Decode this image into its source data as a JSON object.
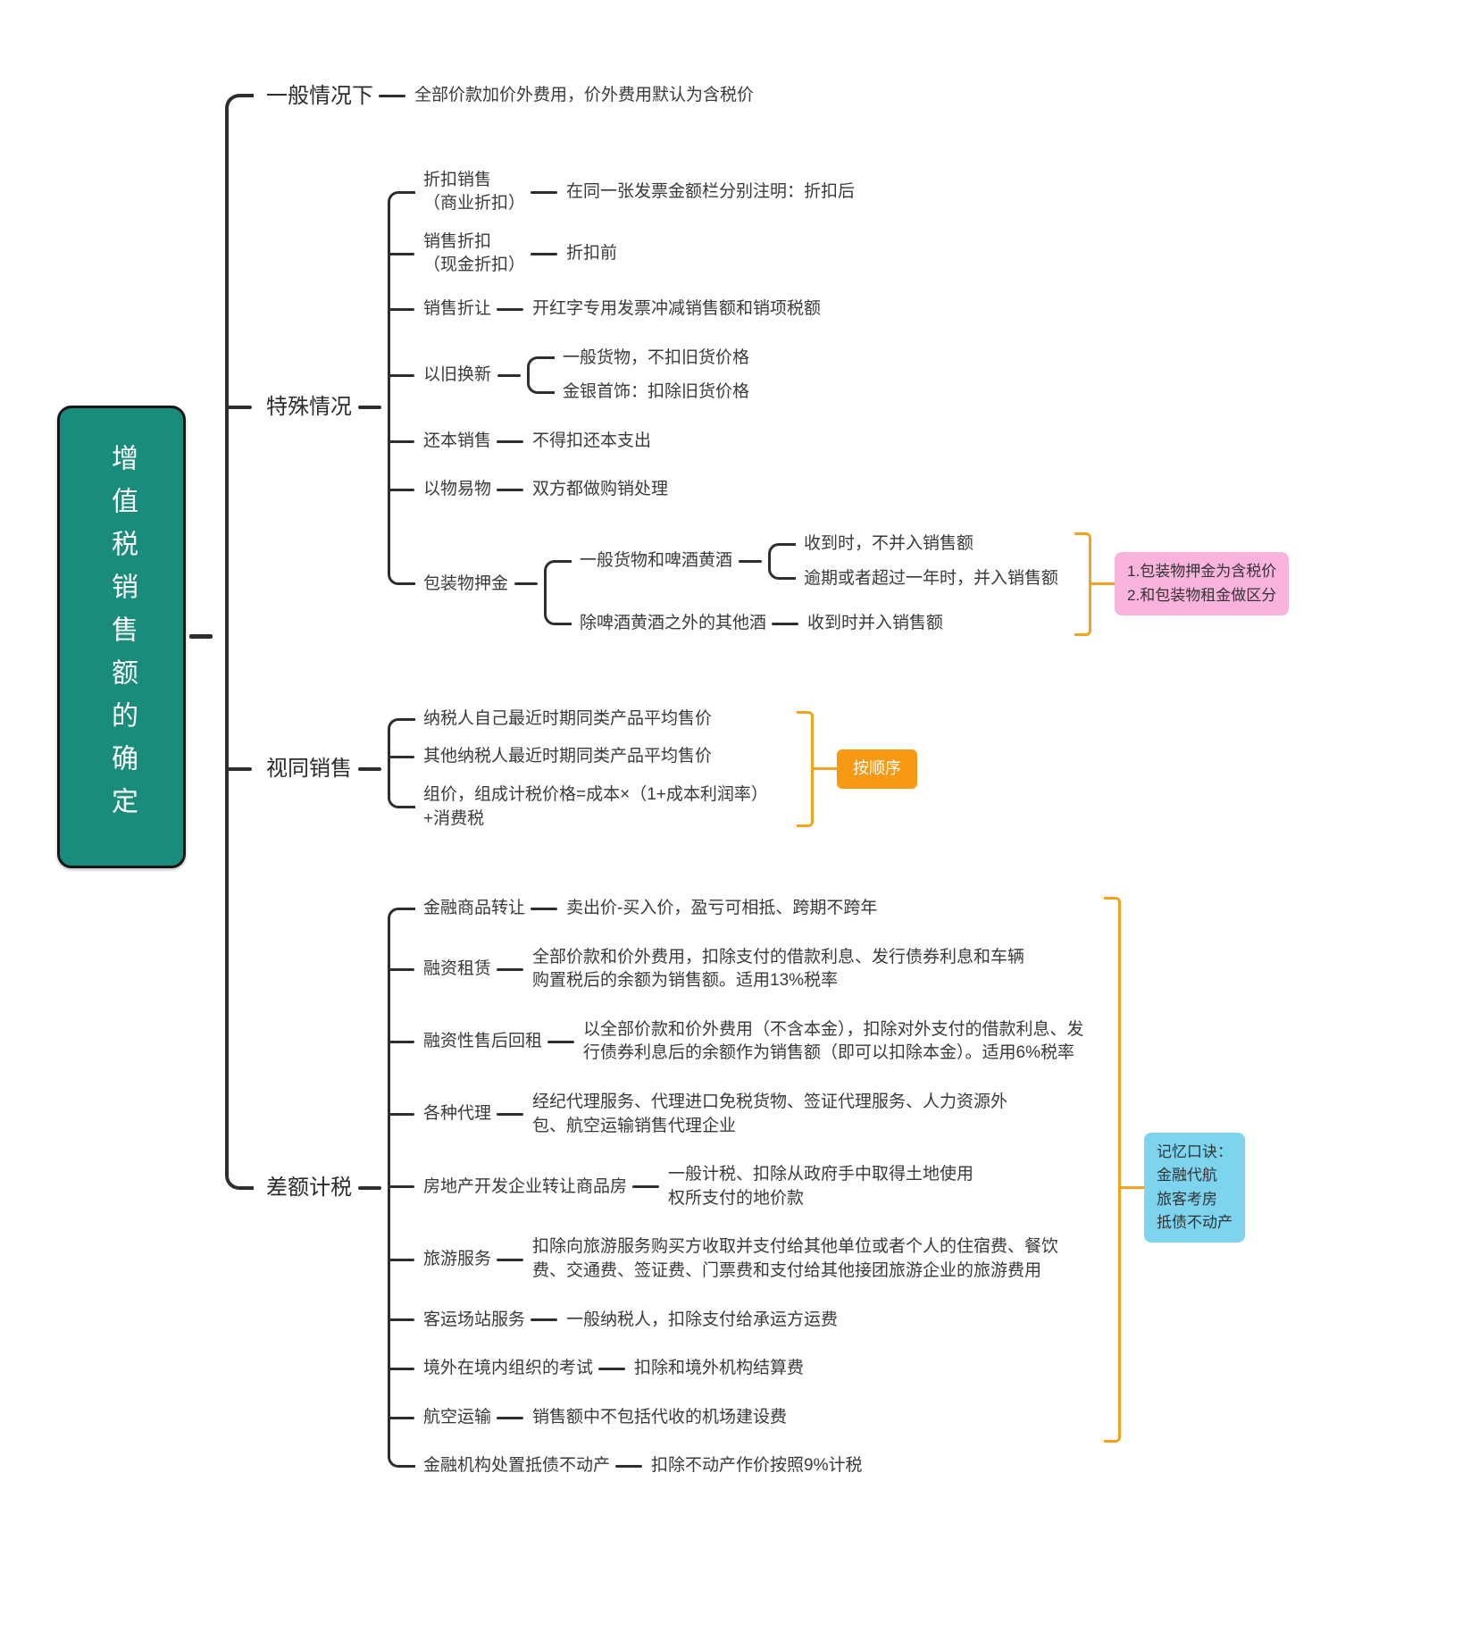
{
  "colors": {
    "root_bg": "#1a8c7c",
    "root_text": "#ffffff",
    "line": "#2e2e2e",
    "summary_bracket": "#f5a31f",
    "note_pink_bg": "#f9b3dc",
    "note_blue_bg": "#7cd4ef",
    "note_orange_bg": "#f79913"
  },
  "mindmap": {
    "root": {
      "label": "增值税销售额的确定"
    },
    "branches": [
      {
        "label": "一般情况下",
        "children": [
          {
            "label": "全部价款加价外费用，价外费用默认为含税价"
          }
        ]
      },
      {
        "label": "特殊情况",
        "children": [
          {
            "label": "折扣销售\n（商业折扣）",
            "children": [
              {
                "label": "在同一张发票金额栏分别注明：折扣后"
              }
            ]
          },
          {
            "label": "销售折扣\n（现金折扣）",
            "children": [
              {
                "label": "折扣前"
              }
            ]
          },
          {
            "label": "销售折让",
            "children": [
              {
                "label": "开红字专用发票冲减销售额和销项税额"
              }
            ]
          },
          {
            "label": "以旧换新",
            "children": [
              {
                "label": "一般货物，不扣旧货价格"
              },
              {
                "label": "金银首饰：扣除旧货价格"
              }
            ]
          },
          {
            "label": "还本销售",
            "children": [
              {
                "label": "不得扣还本支出"
              }
            ]
          },
          {
            "label": "以物易物",
            "children": [
              {
                "label": "双方都做购销处理"
              }
            ]
          },
          {
            "label": "包装物押金",
            "summary": {
              "style": "pink",
              "text": "1.包装物押金为含税价\n2.和包装物租金做区分"
            },
            "children": [
              {
                "label": "一般货物和啤酒黄酒",
                "children": [
                  {
                    "label": "收到时，不并入销售额"
                  },
                  {
                    "label": "逾期或者超过一年时，并入销售额"
                  }
                ]
              },
              {
                "label": "除啤酒黄酒之外的其他酒",
                "children": [
                  {
                    "label": "收到时并入销售额"
                  }
                ]
              }
            ]
          }
        ]
      },
      {
        "label": "视同销售",
        "summary": {
          "style": "orange",
          "text": "按顺序"
        },
        "children": [
          {
            "label": "纳税人自己最近时期同类产品平均售价"
          },
          {
            "label": "其他纳税人最近时期同类产品平均售价"
          },
          {
            "label": "组价，组成计税价格=成本×（1+成本利润率）+消费税",
            "maxw": 400
          }
        ]
      },
      {
        "label": "差额计税",
        "summary": {
          "style": "blue",
          "text": "记忆口诀：\n金融代航\n旅客考房\n抵债不动产"
        },
        "children": [
          {
            "label": "金融商品转让",
            "children": [
              {
                "label": "卖出价-买入价，盈亏可相抵、跨期不跨年"
              }
            ]
          },
          {
            "label": "融资租赁",
            "children": [
              {
                "label": "全部价款和价外费用，扣除支付的借款利息、发行债券利息和车辆购置税后的余额为销售额。适用13%税率",
                "maxw": 560
              }
            ]
          },
          {
            "label": "融资性售后回租",
            "children": [
              {
                "label": "以全部价款和价外费用（不含本金），扣除对外支付的借款利息、发行债券利息后的余额作为销售额（即可以扣除本金）。适用6%税率",
                "maxw": 565
              }
            ]
          },
          {
            "label": "各种代理",
            "children": [
              {
                "label": "经纪代理服务、代理进口免税货物、签证代理服务、人力资源外包、航空运输销售代理企业",
                "maxw": 565
              }
            ]
          },
          {
            "label": "房地产开发企业转让商品房",
            "children": [
              {
                "label": "一般计税、扣除从政府手中取得土地使用权所支付的地价款",
                "maxw": 345
              }
            ]
          },
          {
            "label": "旅游服务",
            "children": [
              {
                "label": "扣除向旅游服务购买方收取并支付给其他单位或者个人的住宿费、餐饮费、交通费、签证费、门票费和支付给其他接团旅游企业的旅游费用",
                "maxw": 612
              }
            ]
          },
          {
            "label": "客运场站服务",
            "children": [
              {
                "label": "一般纳税人，扣除支付给承运方运费"
              }
            ]
          },
          {
            "label": "境外在境内组织的考试",
            "children": [
              {
                "label": "扣除和境外机构结算费"
              }
            ]
          },
          {
            "label": "航空运输",
            "children": [
              {
                "label": "销售额中不包括代收的机场建设费"
              }
            ]
          },
          {
            "label": "金融机构处置抵债不动产",
            "children": [
              {
                "label": "扣除不动产作价按照9%计税"
              }
            ]
          }
        ]
      }
    ]
  }
}
